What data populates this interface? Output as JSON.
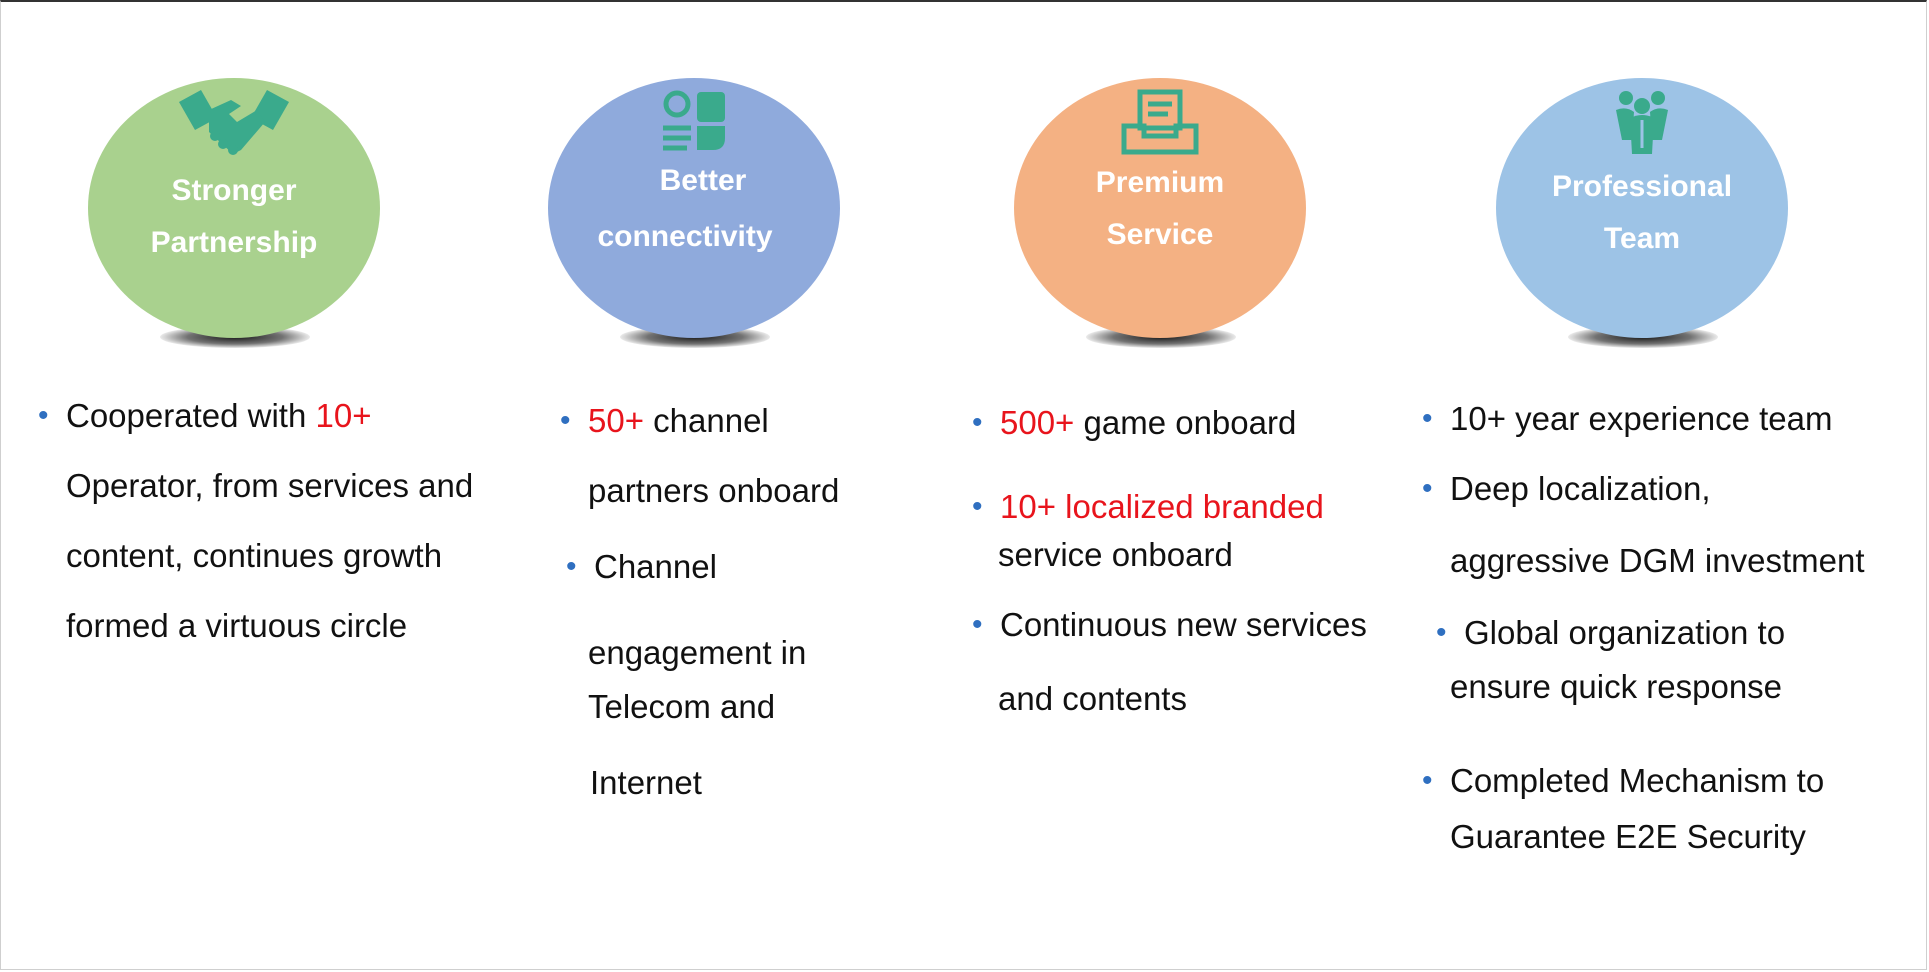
{
  "colors": {
    "green": "#a9d18e",
    "blue": "#8faadc",
    "orange": "#f4b183",
    "lightblue": "#9dc3e6",
    "icon_teal": "#3aaa8c",
    "highlight_red": "#e8141c",
    "bullet_blue": "#2f6fc0"
  },
  "columns": [
    {
      "icon": "handshake-icon",
      "title_line1": "Stronger",
      "title_line2": "Partnership",
      "bullets": [
        {
          "hl": "10+",
          "pre": "Cooperated with ",
          "lines": [
            "Operator, from services and",
            "content, continues growth",
            "formed a virtuous circle"
          ]
        }
      ]
    },
    {
      "icon": "connectivity-icon",
      "title_line1": "Better",
      "title_line2": "connectivity",
      "bullets": [
        {
          "hl": "50+",
          "rest": " channel",
          "line2": "partners  onboard"
        },
        {
          "text": "Channel",
          "lines": [
            "engagement in",
            "Telecom and",
            "Internet"
          ]
        }
      ]
    },
    {
      "icon": "inbox-icon",
      "title_line1": "Premium",
      "title_line2": "Service",
      "bullets": [
        {
          "hl": "500+",
          "rest": " game onboard"
        },
        {
          "hl": "10+ localized branded",
          "line2": "service onboard"
        },
        {
          "text": "Continuous new services",
          "line2": "and contents"
        }
      ]
    },
    {
      "icon": "team-icon",
      "title_line1": "Professional",
      "title_line2": "Team",
      "bullets": [
        {
          "text": "10+ year experience team"
        },
        {
          "text": "Deep localization,",
          "line2": "aggressive DGM investment"
        },
        {
          "text": "Global organization to",
          "line2": "ensure quick response"
        },
        {
          "text": "Completed Mechanism to",
          "line2": "Guarantee E2E Security"
        }
      ]
    }
  ]
}
